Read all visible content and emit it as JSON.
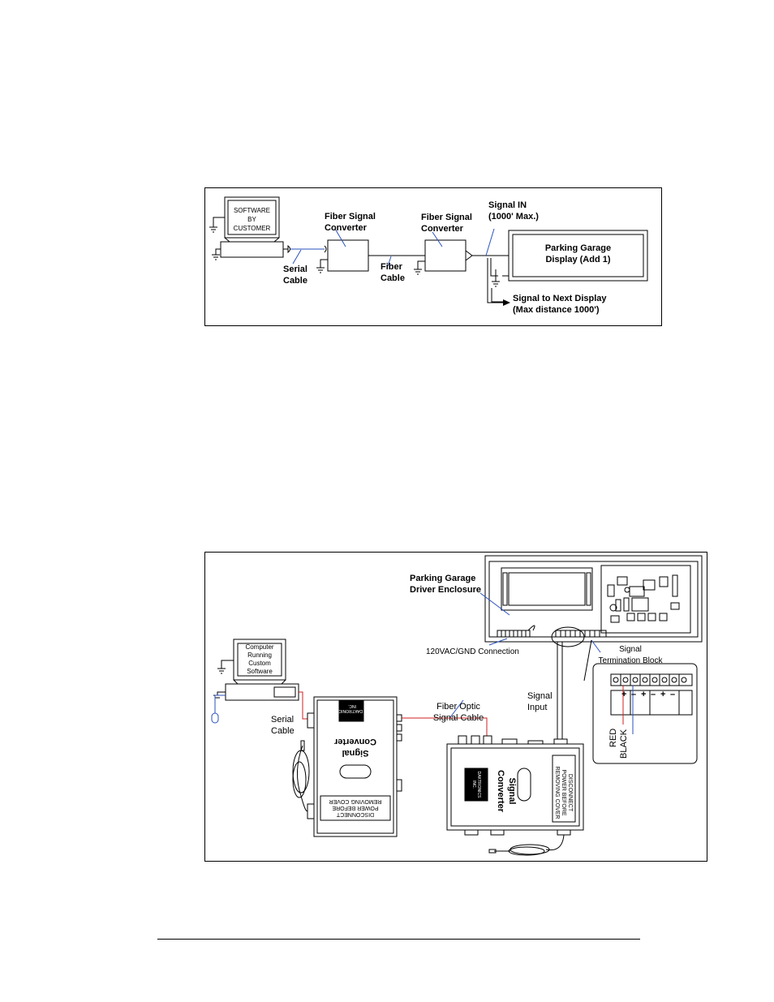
{
  "figure1": {
    "computer_screen": "SOFTWARE\nBY\nCUSTOMER",
    "fiber_signal_converter_1": "Fiber Signal\nConverter",
    "fiber_signal_converter_2": "Fiber Signal\nConverter",
    "serial_cable": "Serial\nCable",
    "fiber_cable": "Fiber\nCable",
    "signal_in": "Signal IN\n(1000' Max.)",
    "display": "Parking Garage\nDisplay (Add 1)",
    "signal_next": "Signal to Next Display\n(Max distance 1000')"
  },
  "figure2": {
    "driver_enclosure": "Parking Garage\nDriver Enclosure",
    "power_connection": "120VAC/GND Connection",
    "termination_block": "Signal\nTermination Block",
    "computer_screen": "Computer\nRunning\nCustom\nSoftware",
    "serial_cable": "Serial\nCable",
    "fiber_optic_cable": "Fiber Optic\nSignal Cable",
    "signal_input": "Signal\nInput",
    "converter_label": "Signal\nConverter",
    "warning": "DISCONNECT\nPOWER BEFORE\nREMOVING COVER",
    "brand": "DAKTRONICS\nINC.",
    "wire_red": "RED",
    "wire_black": "BLACK",
    "terminal_signs": [
      "+",
      "–",
      "+",
      "–",
      "+",
      "–"
    ]
  }
}
